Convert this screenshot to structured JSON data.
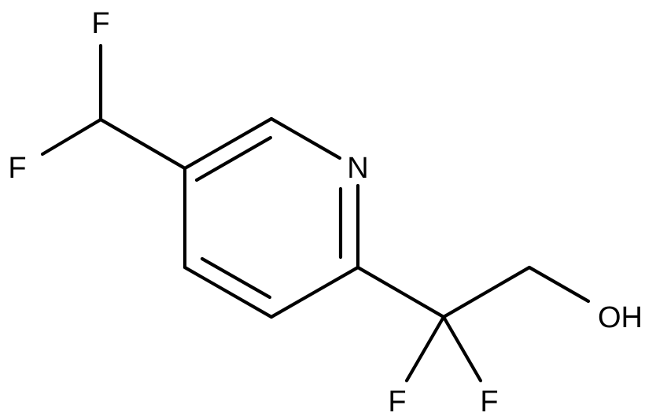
{
  "molecule": {
    "atoms": {
      "f_top": "F",
      "f_left": "F",
      "n_ring": "N",
      "oh": "OH",
      "f_bottom_left": "F",
      "f_bottom_right": "F"
    },
    "colors": {
      "bond": "#000000",
      "label": "#000000",
      "background": "#ffffff"
    }
  }
}
